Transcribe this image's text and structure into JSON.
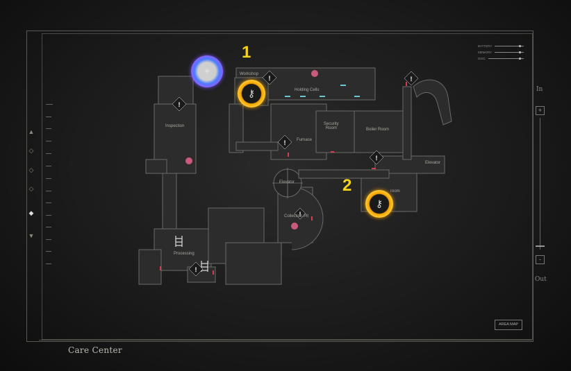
{
  "area_name": "Care Center",
  "rooms": {
    "workshop": "Workshop",
    "holding_cells": "Holding Cells",
    "inspection": "Inspection",
    "security_room": "Security\nRoom",
    "boiler_room": "Boiler Room",
    "furnace": "Furnace",
    "elevator_center": "Elevator",
    "elevator_right": "Elevator",
    "collection_pit": "Collection Pit",
    "processing": "Processing",
    "right_room": "room"
  },
  "markers": [
    {
      "number": "1",
      "type": "objective",
      "color": "gold"
    },
    {
      "number": "2",
      "type": "objective",
      "color": "gold"
    }
  ],
  "player_marker": {
    "color": "purple-blue"
  },
  "legend": {
    "items": [
      "BATTERY",
      "MEMORY",
      "DISC"
    ]
  },
  "controls": {
    "area_map_label": "AREA MAP",
    "zoom_in_label": "In",
    "zoom_out_label": "Out",
    "zoom_plus": "+",
    "zoom_minus": "-"
  },
  "floor_nav": {
    "up_symbol": "▲",
    "down_symbol": "▼"
  },
  "colors": {
    "objective_gold": "#f4a000",
    "number_yellow": "#f5d41e",
    "player_purple": "#7a50ff",
    "alert_pink": "#c85a7a",
    "door_red": "#d04050",
    "door_cyan": "#6cc8d0"
  }
}
